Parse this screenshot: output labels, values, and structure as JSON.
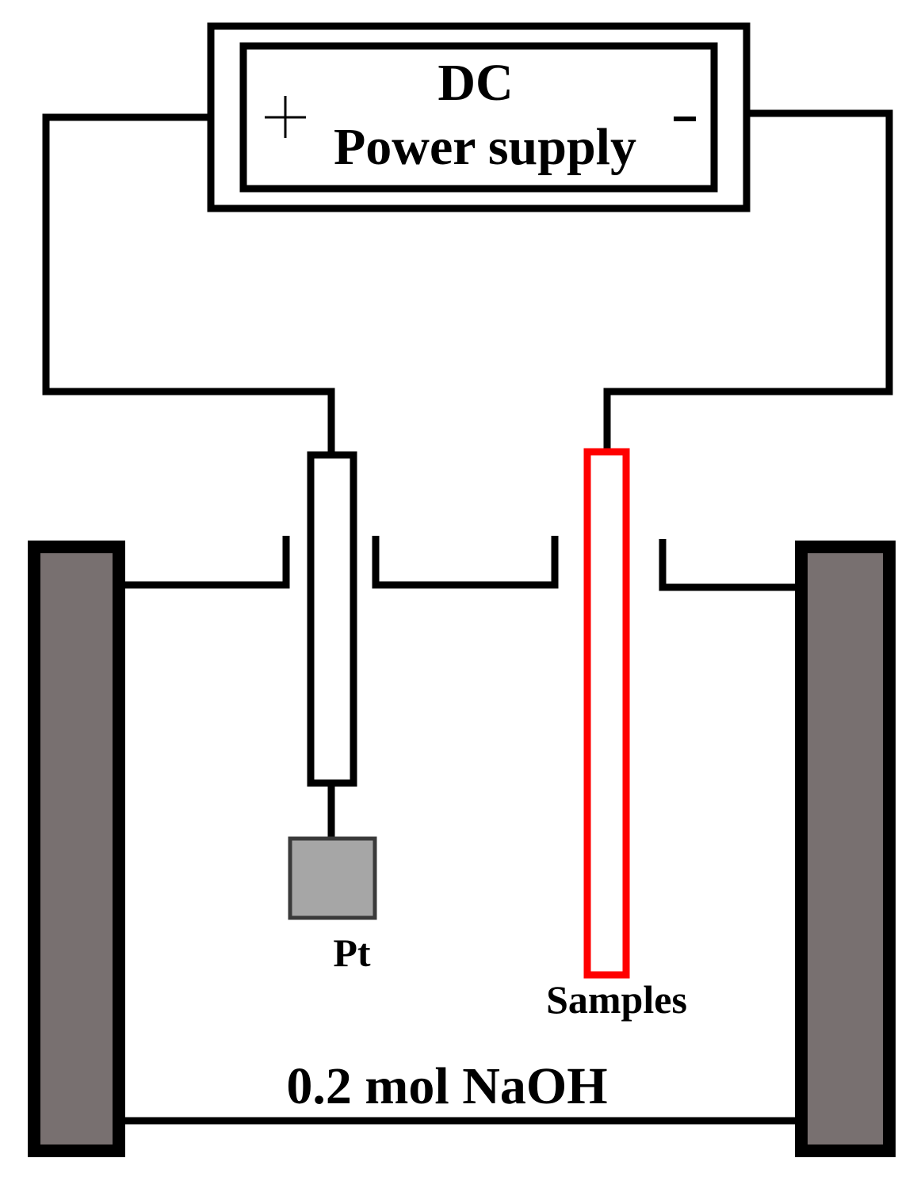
{
  "power_supply": {
    "title_line1": "DC",
    "title_line2": "Power supply",
    "positive_sign": "+",
    "negative_sign": "-"
  },
  "labels": {
    "anode": "Pt",
    "cathode": "Samples",
    "electrolyte": "0.2 mol NaOH"
  },
  "colors": {
    "line": "#000000",
    "sample_outline": "#ff0000",
    "pt_plate": "#a6a6a6",
    "vessel_wall": "#787070",
    "background": "#ffffff"
  }
}
